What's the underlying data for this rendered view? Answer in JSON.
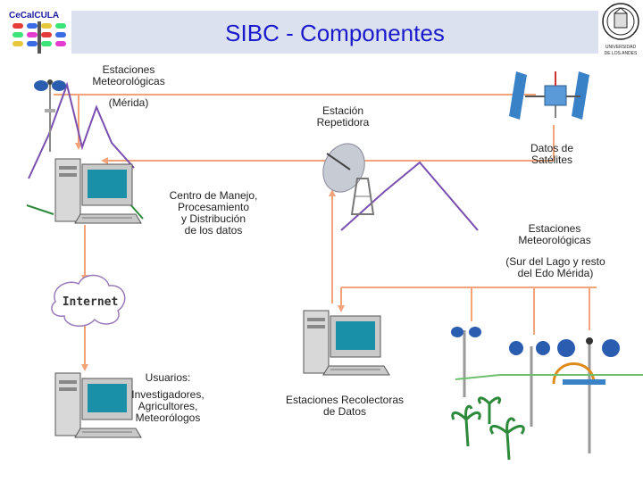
{
  "title": "SIBC - Componentes",
  "logos": {
    "left_text": "CeCalCULA",
    "right_text": "UNIVERSIDAD\nDE LOS ANDES"
  },
  "labels": {
    "estaciones_merida": "Estaciones\nMeteorológicas",
    "merida": "(Mérida)",
    "repetidora": "Estación\nRepetidora",
    "satelites": "Datos de\nSatélites",
    "centro": "Centro de Manejo,\nProcesamiento\ny Distribución\nde los datos",
    "estaciones_sur": "Estaciones\nMeteorológicas",
    "sur_lago": "(Sur del Lago y resto\ndel Edo Mérida)",
    "internet": "Internet",
    "usuarios": "Usuarios:",
    "usuarios_list": "Investigadores,\nAgricultores,\nMeteorólogos",
    "recolectoras": "Estaciones Recolectoras\nde Datos"
  },
  "colors": {
    "connector": "#f2a37a",
    "mountain": "#7a4fb0",
    "title_bg": "#dbe1ee",
    "title_text": "#1a1acc"
  },
  "icons": [
    "weather-station-icon",
    "computer-icon",
    "satellite-icon",
    "dish-antenna-icon",
    "cloud-icon",
    "palm-tree-icon",
    "university-seal-icon",
    "cecalcula-logo-icon"
  ]
}
